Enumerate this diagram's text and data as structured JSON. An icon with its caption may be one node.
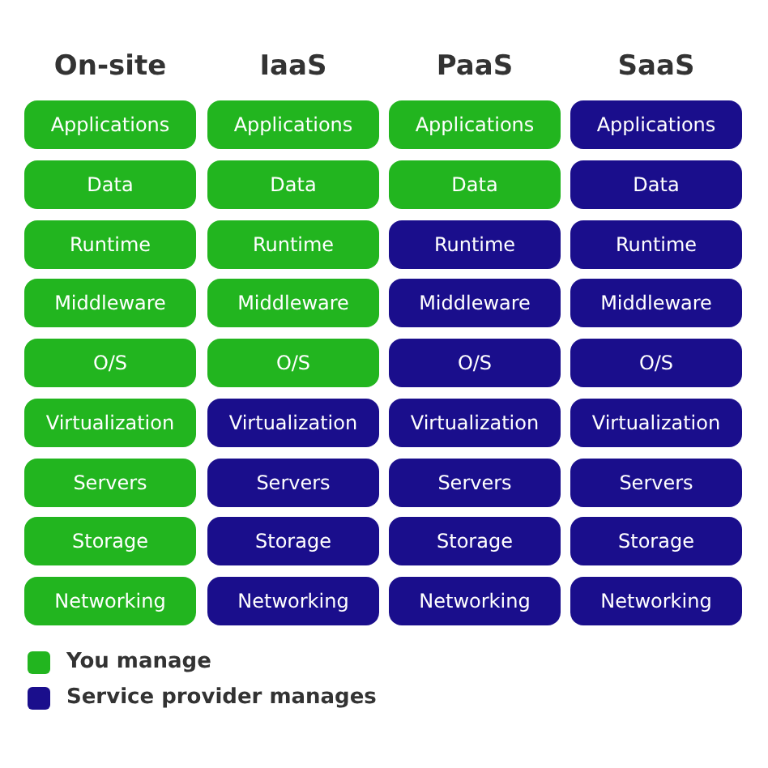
{
  "diagram": {
    "nodes": [
      {
        "text": [
          "Applications"
        ]
      },
      {
        "text": [
          "Applications"
        ]
      },
      {
        "text": [
          "Applications"
        ]
      },
      {
        "text": [
          "Applications"
        ]
      },
      {
        "text": [
          "Data"
        ]
      },
      {
        "text": [
          "Data"
        ]
      },
      {
        "text": [
          "Data"
        ]
      },
      {
        "text": [
          "Data"
        ]
      },
      {
        "text": [
          "Runtime"
        ]
      },
      {
        "text": [
          "Runtime"
        ]
      },
      {
        "text": [
          "Runtime"
        ]
      },
      {
        "text": [
          "Runtime"
        ]
      },
      {
        "text": [
          "Middleware"
        ]
      },
      {
        "text": [
          "Middleware"
        ]
      },
      {
        "text": [
          "Middleware"
        ]
      },
      {
        "text": [
          "Middleware"
        ]
      },
      {
        "text": [
          "O/S"
        ]
      },
      {
        "text": [
          "O/S"
        ]
      },
      {
        "text": [
          "O/S"
        ]
      },
      {
        "text": [
          "O/S"
        ]
      },
      {
        "text": [
          "Virtualization"
        ]
      },
      {
        "text": [
          "Virtualization"
        ]
      },
      {
        "text": [
          "Virtualization"
        ]
      },
      {
        "text": [
          "Virtualization"
        ]
      },
      {
        "text": [
          "Servers"
        ]
      },
      {
        "text": [
          "Servers"
        ]
      },
      {
        "text": [
          "Servers"
        ]
      },
      {
        "text": [
          "Servers"
        ]
      },
      {
        "text": [
          "Storage"
        ]
      },
      {
        "text": [
          "Storage"
        ]
      },
      {
        "text": [
          "Storage"
        ]
      },
      {
        "text": [
          "Storage"
        ]
      },
      {
        "text": [
          "Networking"
        ]
      },
      {
        "text": [
          "Networking"
        ]
      },
      {
        "text": [
          "Networking"
        ]
      },
      {
        "text": [
          "Networking"
        ]
      }
    ],
    "labels": [
      "On-site",
      "IaaS",
      "PaaS",
      "SaaS"
    ],
    "legend": [
      {
        "text": "You manage",
        "color": "#22b51f"
      },
      {
        "text": "Service provider manages",
        "color": "#1a0e8c"
      }
    ]
  }
}
